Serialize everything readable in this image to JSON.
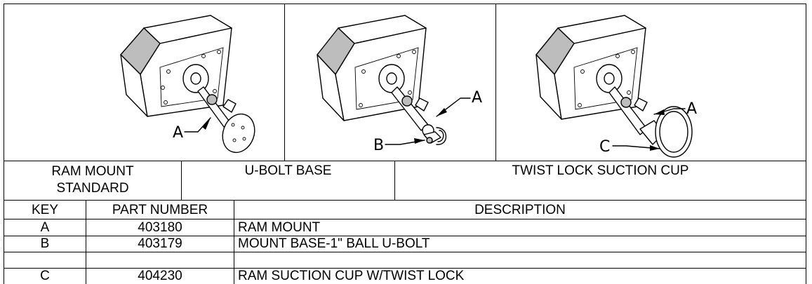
{
  "figures": [
    {
      "name": "ram-mount-standard",
      "callouts": [
        "A"
      ]
    },
    {
      "name": "u-bolt-base",
      "callouts": [
        "A",
        "B"
      ]
    },
    {
      "name": "twist-lock-suction-cup",
      "callouts": [
        "A",
        "C"
      ]
    }
  ],
  "captions": {
    "standard_line1": "RAM MOUNT",
    "standard_line2": "STANDARD",
    "ubolt": "U-BOLT BASE",
    "suction": "TWIST LOCK SUCTION CUP"
  },
  "table": {
    "headers": {
      "key": "KEY",
      "part": "PART NUMBER",
      "description": "DESCRIPTION"
    },
    "rows": [
      {
        "key": "A",
        "part": "403180",
        "description": "RAM MOUNT"
      },
      {
        "key": "B",
        "part": "403179",
        "description": "MOUNT BASE-1\" BALL U-BOLT"
      },
      {
        "key": "C",
        "part": "404230",
        "description": "RAM SUCTION CUP W/TWIST LOCK"
      }
    ]
  }
}
